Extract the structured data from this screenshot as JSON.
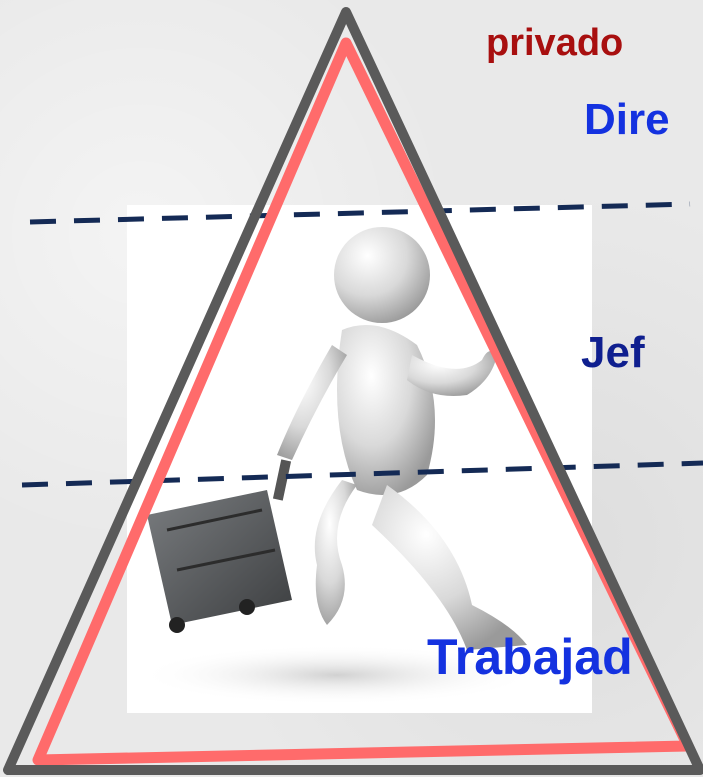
{
  "labels": {
    "private_sector": "privado",
    "director": "Dire",
    "jefe": "Jef",
    "worker": "Trabajad"
  },
  "colors": {
    "private_sector": "#a80f0f",
    "director": "#1432e0",
    "jefe": "#0f1f8f",
    "worker": "#1432e0",
    "triangle_outer": "#5a5a5a",
    "triangle_inner": "#ff6b6b",
    "divider": "#142a55"
  },
  "illustration": {
    "subject": "3d stick figure running with a rolling suitcase"
  }
}
